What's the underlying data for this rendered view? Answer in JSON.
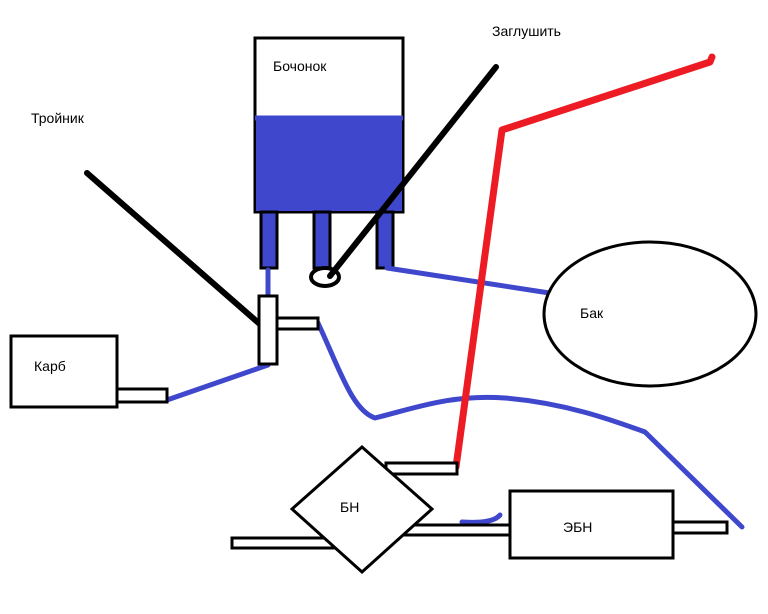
{
  "labels": {
    "barrel": "Бочонок",
    "plug": "Заглушить",
    "tee": "Тройник",
    "tank": "Бак",
    "carb": "Карб",
    "pump": "БН",
    "electric_pump": "ЭБН"
  },
  "colors": {
    "fuel_line": "#3f48cc",
    "red_line": "#ed1c24",
    "pointer": "#000000",
    "outline": "#000000",
    "background": "#ffffff"
  }
}
